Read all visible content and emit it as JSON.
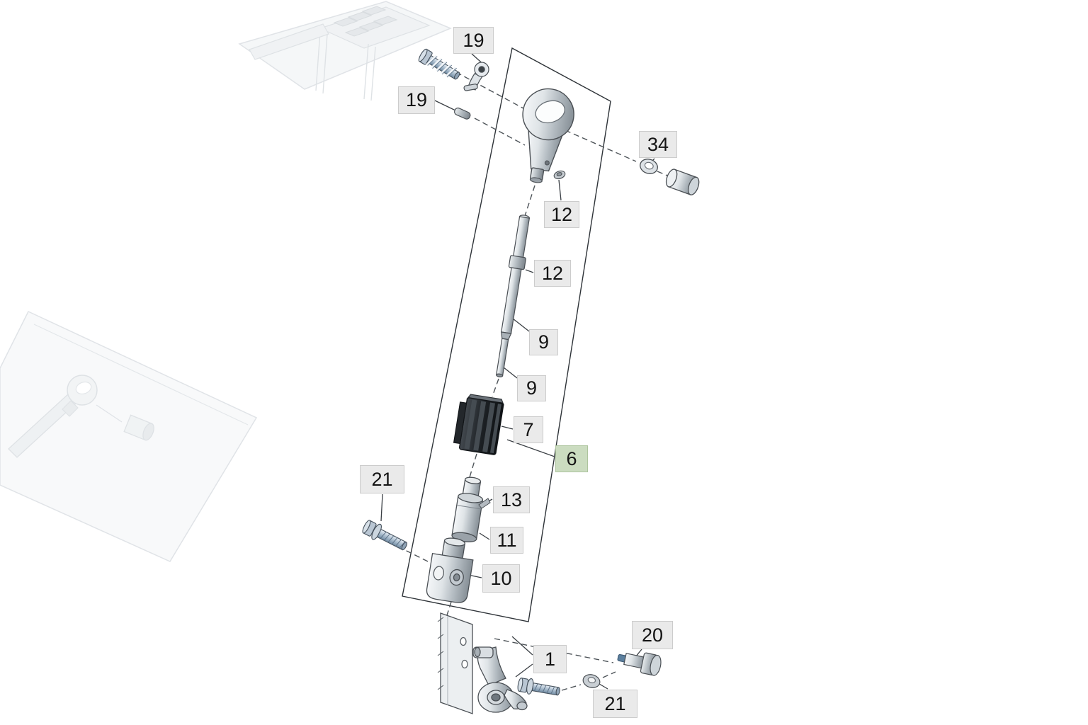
{
  "diagram": {
    "type": "exploded-parts-diagram",
    "colors": {
      "page-bg": "#ffffff",
      "label-bg": "#eaeaea",
      "label-border": "#cccccc",
      "label-text": "#141414",
      "highlight-bg": "#cbdcc0",
      "highlight-border": "#adc49e",
      "leader-line": "#3a3f44",
      "outline": "#2e3338"
    },
    "callouts": [
      {
        "id": "19-top",
        "label": "19",
        "highlighted": false
      },
      {
        "id": "19-left",
        "label": "19",
        "highlighted": false
      },
      {
        "id": "34",
        "label": "34",
        "highlighted": false
      },
      {
        "id": "12-upper",
        "label": "12",
        "highlighted": false
      },
      {
        "id": "12-rod",
        "label": "12",
        "highlighted": false
      },
      {
        "id": "9-upper",
        "label": "9",
        "highlighted": false
      },
      {
        "id": "9-lower",
        "label": "9",
        "highlighted": false
      },
      {
        "id": "7",
        "label": "7",
        "highlighted": false
      },
      {
        "id": "6",
        "label": "6",
        "highlighted": true
      },
      {
        "id": "21-left",
        "label": "21",
        "highlighted": false
      },
      {
        "id": "13",
        "label": "13",
        "highlighted": false
      },
      {
        "id": "11",
        "label": "11",
        "highlighted": false
      },
      {
        "id": "10",
        "label": "10",
        "highlighted": false
      },
      {
        "id": "1",
        "label": "1",
        "highlighted": false
      },
      {
        "id": "20",
        "label": "20",
        "highlighted": false
      },
      {
        "id": "21-bottom",
        "label": "21",
        "highlighted": false
      }
    ]
  }
}
